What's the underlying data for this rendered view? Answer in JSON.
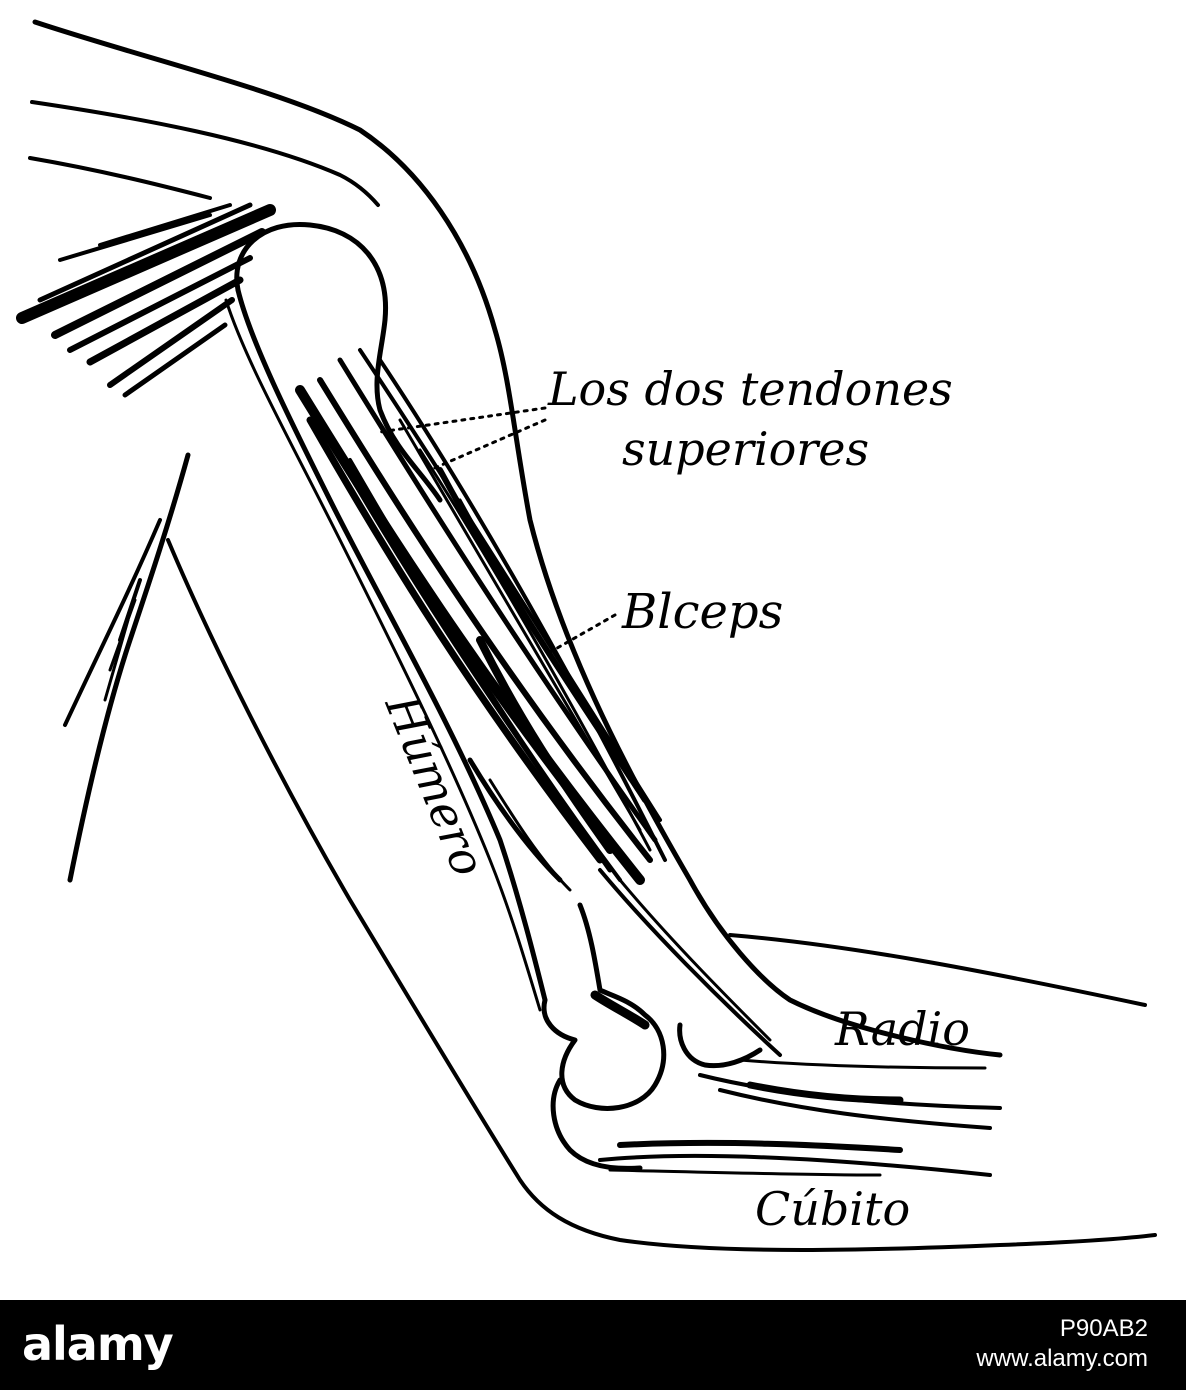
{
  "diagram": {
    "labels": {
      "tendons_line1": "Los dos tendones",
      "tendons_line2": "superiores",
      "biceps": "Blceps",
      "humerus": "Húmero",
      "radius": "Radio",
      "ulna": "Cúbito"
    }
  },
  "watermark": {
    "logo": "alamy",
    "image_id": "P90AB2",
    "url": "www.alamy.com"
  },
  "colors": {
    "ink": "#000000",
    "paper": "#ffffff",
    "footer_background": "#000000",
    "footer_text": "#ffffff"
  }
}
